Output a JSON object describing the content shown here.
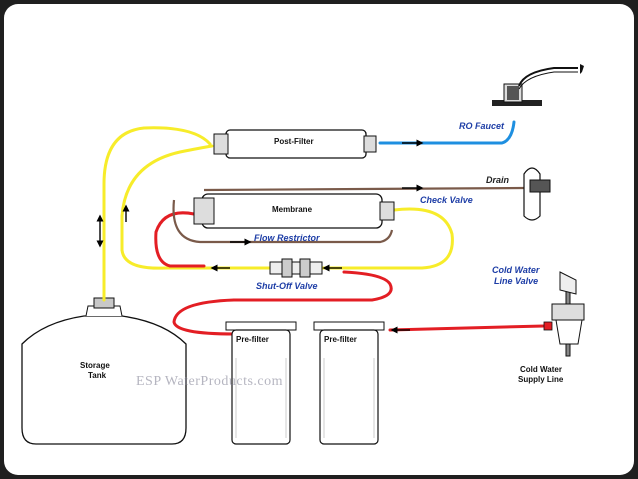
{
  "labels": {
    "ro_faucet": "RO Faucet",
    "post_filter": "Post-Filter",
    "drain": "Drain",
    "check_valve": "Check Valve",
    "membrane": "Membrane",
    "flow_restrictor": "Flow Restrictor",
    "shut_off_valve": "Shut-Off Valve",
    "cold_water_line_valve_1": "Cold Water",
    "cold_water_line_valve_2": "Line Valve",
    "prefilter_1": "Pre-filter",
    "prefilter_2": "Pre-filter",
    "storage_tank_1": "Storage",
    "storage_tank_2": "Tank",
    "cold_water_supply_1": "Cold Water",
    "cold_water_supply_2": "Supply Line",
    "watermark": "ESP WaterProducts.com"
  },
  "colors": {
    "frame_dark": "#1f1f1f",
    "slide_bg": "#ffffff",
    "yellow_tube": "#f7ec2a",
    "red_tube": "#e31e24",
    "blue_tube": "#1e8fe0",
    "brown_tube": "#7a5a4a",
    "label_blue": "#1d3da6"
  }
}
